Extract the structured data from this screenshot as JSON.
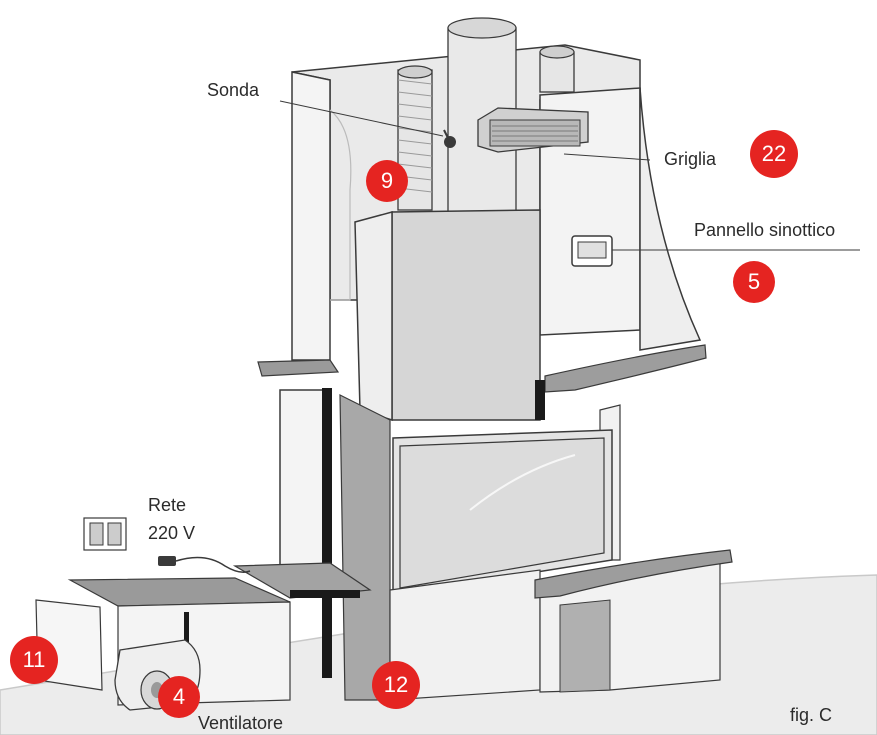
{
  "colors": {
    "badge": "#e52421",
    "badge_text": "#ffffff",
    "line": "#3a3a3a",
    "panel_light": "#f1f1f1",
    "panel_mid": "#d6d6d6",
    "panel_dark": "#9a9a9a"
  },
  "labels": {
    "sonda": "Sonda",
    "griglia": "Griglia",
    "pannello_sinottico": "Pannello sinottico",
    "rete": "Rete",
    "voltage": "220 V",
    "ventilatore": "Ventilatore",
    "figure": "fig. C"
  },
  "badges": {
    "b22": "22",
    "b9": "9",
    "b5": "5",
    "b11": "11",
    "b4": "4",
    "b12": "12"
  },
  "icons": {
    "probe": "probe-sensor-icon",
    "grille": "vent-grille-icon",
    "panel": "control-panel-icon",
    "socket": "wall-socket-icon",
    "plug": "power-plug-icon",
    "fan": "fan-icon"
  }
}
